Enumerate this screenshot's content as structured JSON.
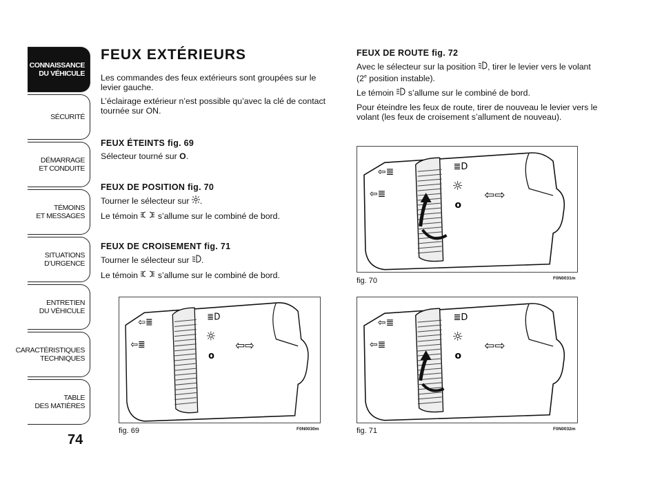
{
  "sidebar": {
    "tabs": [
      {
        "line1": "CONNAISSANCE",
        "line2": "DU VÉHICULE",
        "active": true
      },
      {
        "line1": "SÉCURITÉ",
        "line2": ""
      },
      {
        "line1": "DÉMARRAGE",
        "line2": "ET CONDUITE"
      },
      {
        "line1": "TÉMOINS",
        "line2": "ET MESSAGES"
      },
      {
        "line1": "SITUATIONS",
        "line2": "D’URGENCE"
      },
      {
        "line1": "ENTRETIEN",
        "line2": "DU VÉHICULE"
      },
      {
        "line1": "CARACTÉRISTIQUES",
        "line2": "TECHNIQUES"
      },
      {
        "line1": "TABLE",
        "line2": "DES MATIÈRES"
      }
    ],
    "page_number": "74"
  },
  "left": {
    "title": "FEUX EXTÉRIEURS",
    "intro1": "Les commandes des feux extérieurs sont groupées sur le levier gauche.",
    "intro2": "L’éclairage extérieur n’est possible qu’avec la clé de contact tournée sur ON.",
    "off_heading": "FEUX ÉTEINTS fig. 69",
    "off_text": "Sélecteur tourné sur",
    "off_symbol": "O",
    "pos_heading": "FEUX DE POSITION fig. 70",
    "pos_text1": "Tourner le sélecteur sur",
    "pos_text2a": "Le témoin",
    "pos_text2b": "s’allume sur le combiné de bord.",
    "low_heading": "FEUX DE CROISEMENT fig. 71",
    "low_text1": "Tourner le sélecteur sur",
    "low_text2a": "Le témoin",
    "low_text2b": "s’allume sur le combiné de bord."
  },
  "right": {
    "high_heading": "FEUX DE ROUTE fig. 72",
    "high_text1a": "Avec le sélecteur sur la position",
    "high_text1b": ", tirer le levier vers le volant (2",
    "high_text1sup": "e",
    "high_text1c": " position instable).",
    "high_text2a": "Le témoin",
    "high_text2b": "s’allume sur le combiné de bord.",
    "high_text3": "Pour éteindre les feux de route, tirer de nouveau le levier vers le volant (les feux de croisement s’allument de nouveau)."
  },
  "figures": {
    "fig69": {
      "caption": "fig. 69",
      "code": "F0N0030m"
    },
    "fig70": {
      "caption": "fig. 70",
      "code": "F0N0031m"
    },
    "fig71": {
      "caption": "fig. 71",
      "code": "F0N0032m"
    }
  }
}
